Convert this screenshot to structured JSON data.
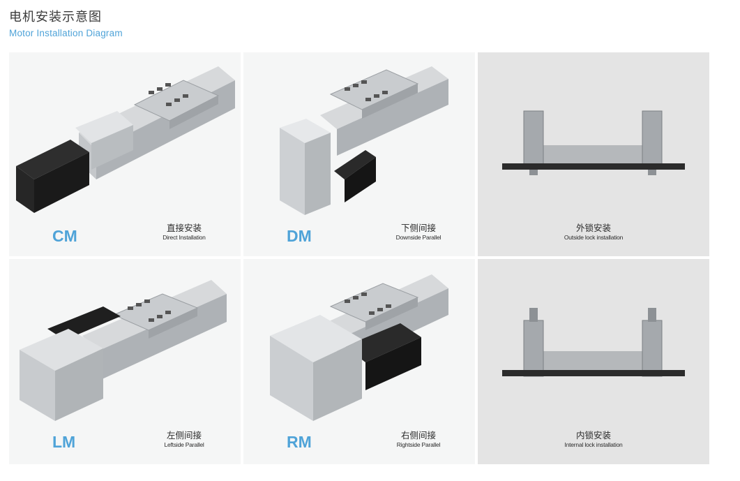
{
  "header": {
    "title_cn": "电机安装示意图",
    "title_en": "Motor Installation Diagram"
  },
  "panels": [
    {
      "code": "CM",
      "label_cn": "直接安装",
      "label_en": "Direct Installation"
    },
    {
      "code": "DM",
      "label_cn": "下侧间接",
      "label_en": "Downside Parallel"
    },
    {
      "code": "",
      "label_cn": "外锁安装",
      "label_en": "Outside lock installation"
    },
    {
      "code": "LM",
      "label_cn": "左侧间接",
      "label_en": "Leftside Parallel"
    },
    {
      "code": "RM",
      "label_cn": "右侧间接",
      "label_en": "Rightside Parallel"
    },
    {
      "code": "",
      "label_cn": "内锁安装",
      "label_en": "Internal lock installation"
    }
  ],
  "colors": {
    "accent": "#4fa3d8",
    "panel_light": "#f5f6f6",
    "panel_gray": "#e4e4e4"
  }
}
